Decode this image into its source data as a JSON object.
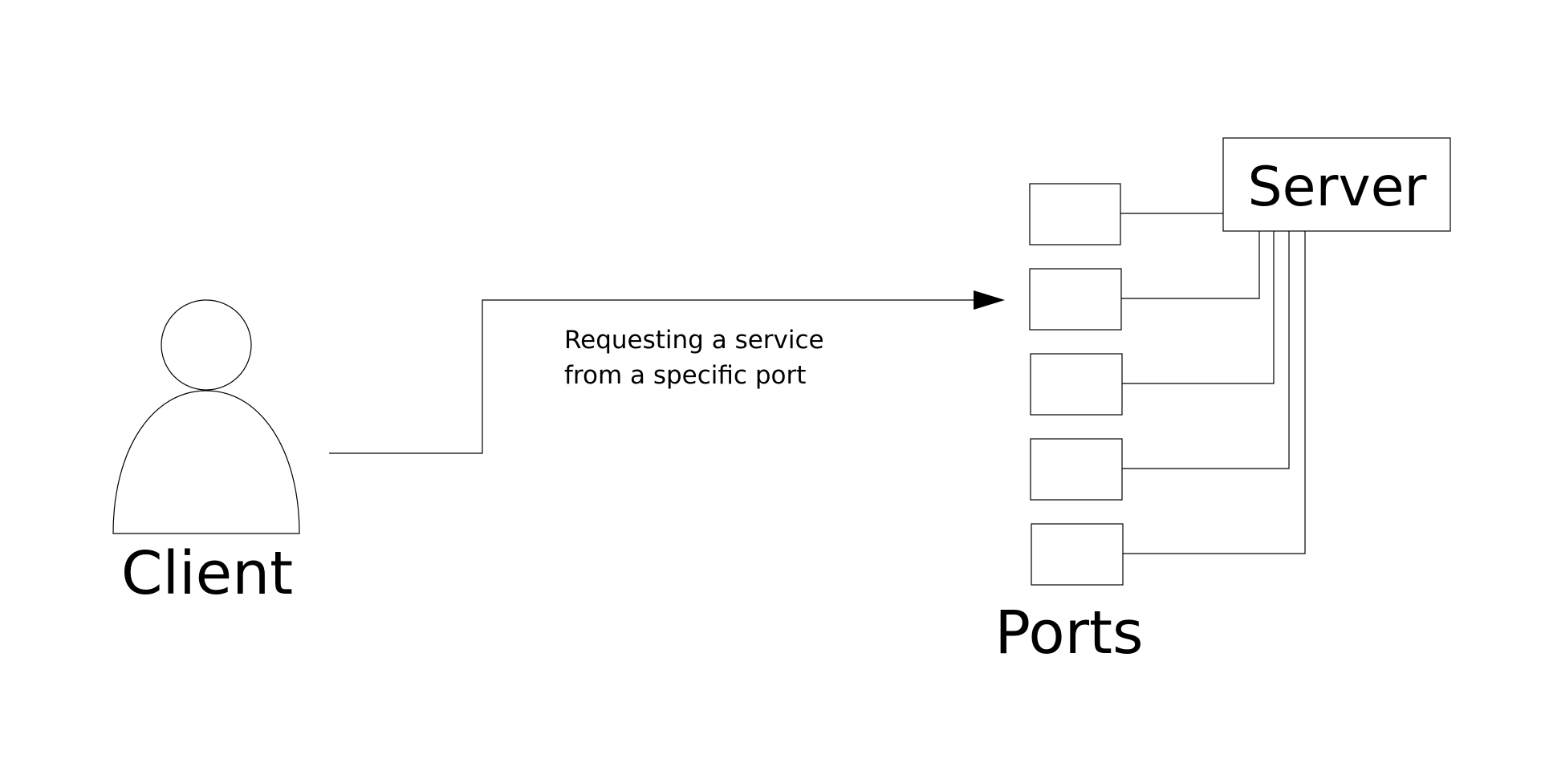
{
  "client": {
    "label": "Client"
  },
  "server": {
    "label": "Server"
  },
  "ports": {
    "label": "Ports"
  },
  "request": {
    "line1": "Requesting a service",
    "line2": "from a specific port"
  }
}
